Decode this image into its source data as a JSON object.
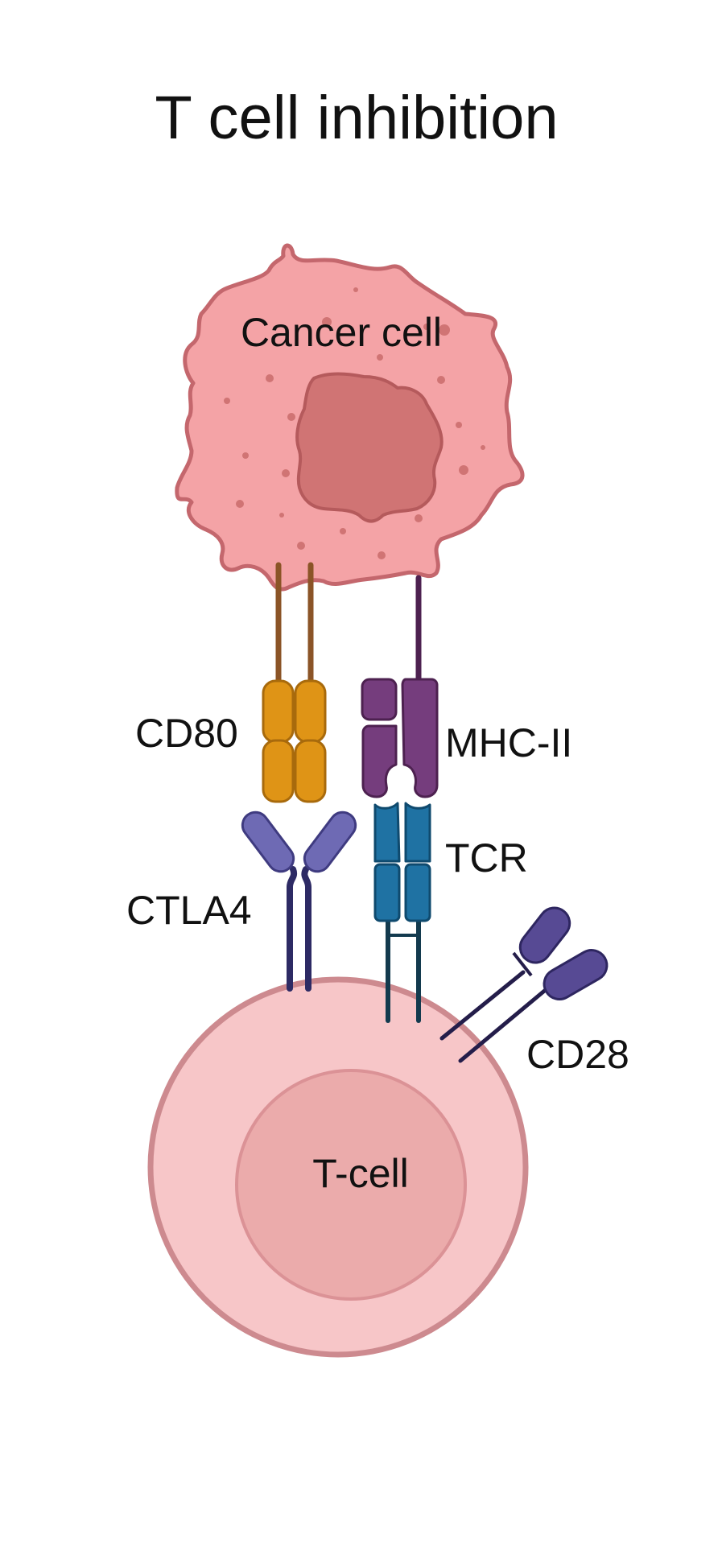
{
  "title": "T cell inhibition",
  "cells": {
    "cancer": {
      "label": "Cancer cell"
    },
    "tcell": {
      "label": "T-cell"
    }
  },
  "molecules": {
    "cd80": {
      "label": "CD80"
    },
    "mhc": {
      "label": "MHC-II"
    },
    "ctla4": {
      "label": "CTLA4"
    },
    "tcr": {
      "label": "TCR"
    },
    "cd28": {
      "label": "CD28"
    }
  },
  "colors": {
    "cancer_fill": "#f4a3a6",
    "cancer_stroke": "#c4676d",
    "cancer_nucleus": "#d07474",
    "tcell_fill": "#f7c6c8",
    "tcell_stroke": "#cd8a8f",
    "tcell_nucleus": "#ebabab",
    "cd80": "#df9416",
    "cd80_stalk": "#8b5427",
    "mhc": "#753d7d",
    "ctla4_head": "#6e6ab4",
    "ctla4_stalk": "#2d2a64",
    "tcr": "#1f72a3",
    "tcr_stalk": "#133a4e",
    "cd28_head": "#574a94",
    "cd28_stalk": "#241d4a"
  }
}
